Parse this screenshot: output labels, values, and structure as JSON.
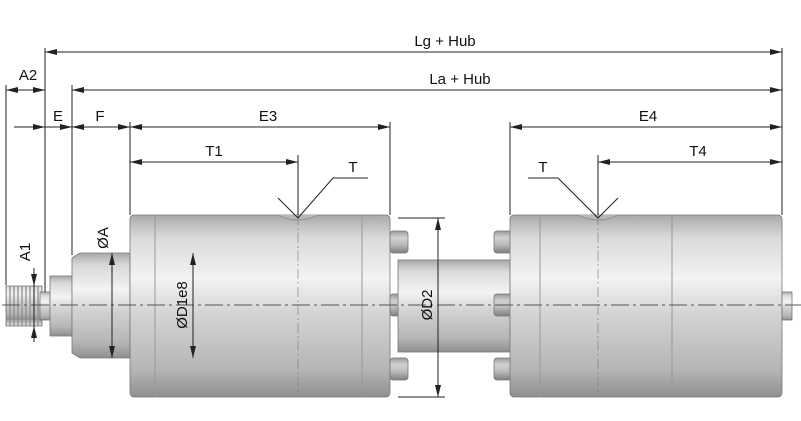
{
  "drawing": {
    "background": "#ffffff",
    "metal_color": "#c8c8c8",
    "line_color": "#222222",
    "dimensions": {
      "lg_hub": "Lg + Hub",
      "a2": "A2",
      "la_hub": "La + Hub",
      "e": "E",
      "f": "F",
      "e3": "E3",
      "e4": "E4",
      "t1": "T1",
      "t_left": "T",
      "t_right": "T",
      "t4": "T4",
      "phi_a": "ØA",
      "a1": "A1",
      "phi_d1e8": "ØD1e8",
      "phi_d2": "ØD2"
    }
  }
}
